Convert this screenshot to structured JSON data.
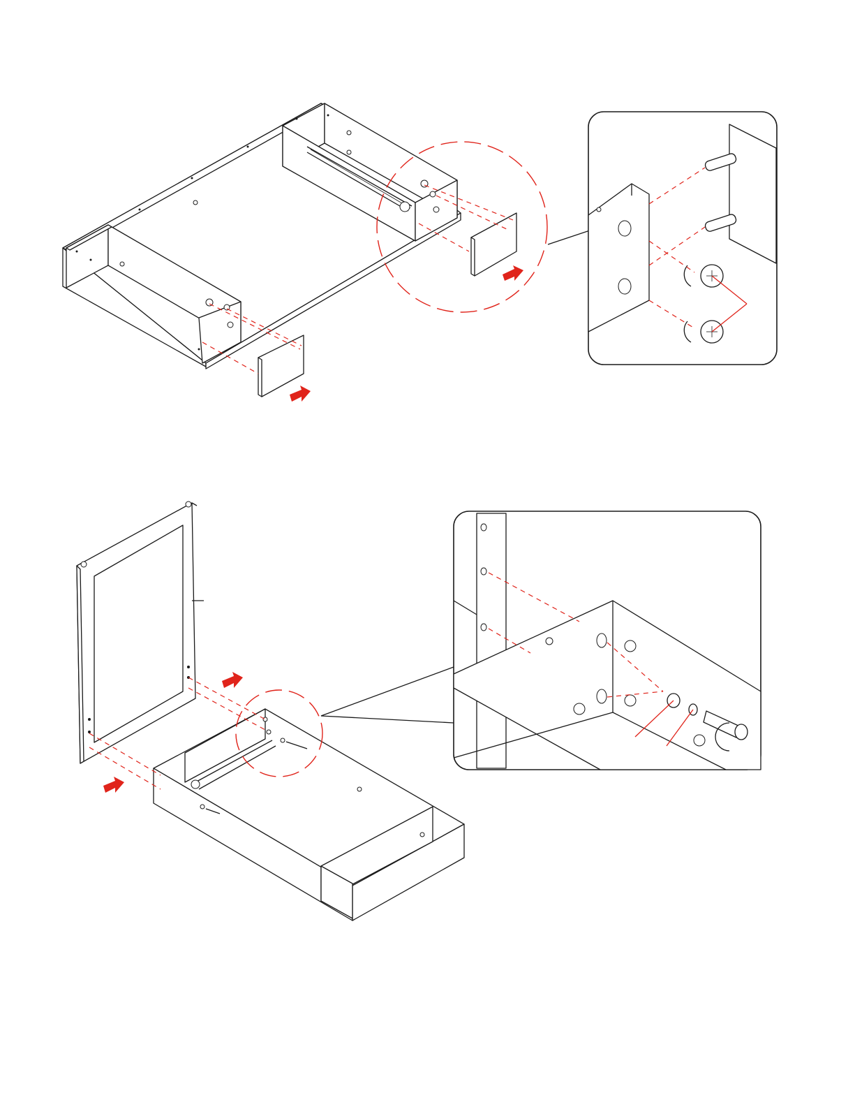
{
  "colors": {
    "guide": "#e0241b",
    "line": "#1a1a1a",
    "background": "#ffffff"
  },
  "steps": [
    {
      "id": "step-a",
      "parts": [
        "drawer-frame",
        "front-panel",
        "cam-lock",
        "cam-bolt",
        "wood-dowel",
        "drawer-slide"
      ]
    },
    {
      "id": "step-b",
      "parts": [
        "drawer-face-frame",
        "drawer-box",
        "bolt",
        "washer",
        "lock-washer",
        "drawer-slide"
      ]
    }
  ],
  "icons": [
    "push-arrow-icon",
    "rotate-arrow-icon",
    "phillips-icon",
    "allen-bolt-icon"
  ]
}
